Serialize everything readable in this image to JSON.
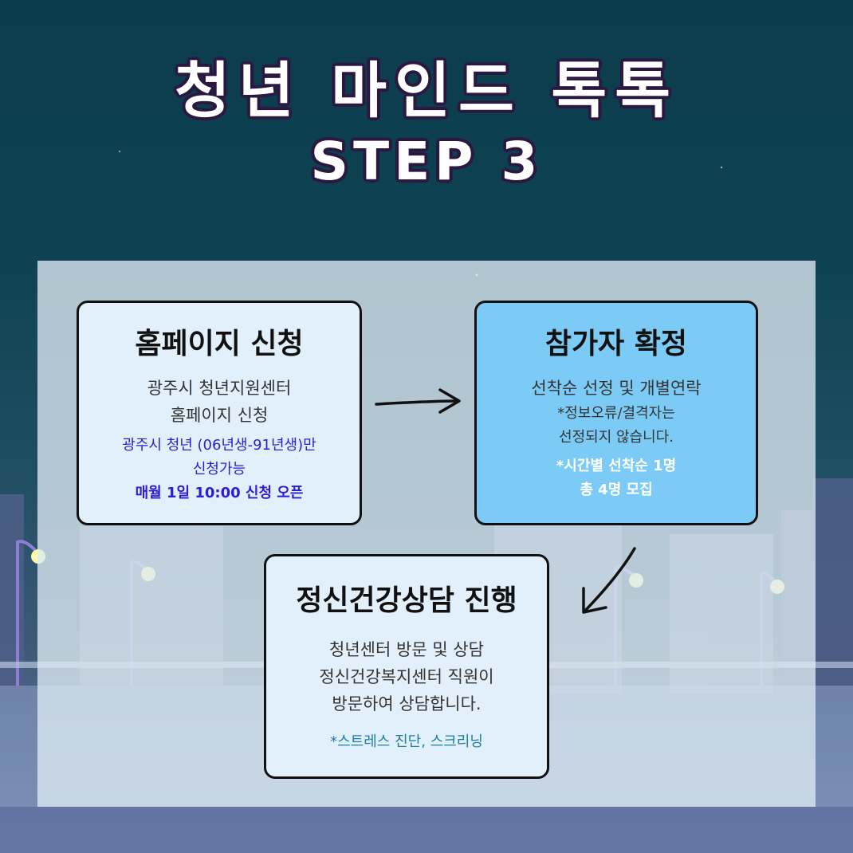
{
  "title": {
    "line1": "청년 마인드 톡톡",
    "line2": "STEP 3"
  },
  "step1": {
    "title": "홈페이지 신청",
    "lines": [
      "광주시 청년지원센터",
      "홈페이지 신청"
    ],
    "notes": [
      "광주시 청년 (06년생-91년생)만",
      "신청가능"
    ],
    "highlight": "매월 1일 10:00 신청 오픈"
  },
  "step2": {
    "title": "참가자 확정",
    "line": "선착순 선정 및 개별연락",
    "notes": [
      "*정보오류/결격자는",
      "선정되지 않습니다."
    ],
    "highlights": [
      "*시간별 선착순 1명",
      "총 4명 모집"
    ]
  },
  "step3": {
    "title": "정신건강상담 진행",
    "lines": [
      "청년센터 방문 및 상담",
      "정신건강복지센터 직원이",
      "방문하여 상담합니다."
    ],
    "note": "*스트레스 진단, 스크리닝"
  },
  "colors": {
    "card_light": "#e2f0fb",
    "card_blue": "#7ccbf7",
    "accent_blue": "#2d1bd6",
    "accent_teal": "#1a7f9f"
  }
}
